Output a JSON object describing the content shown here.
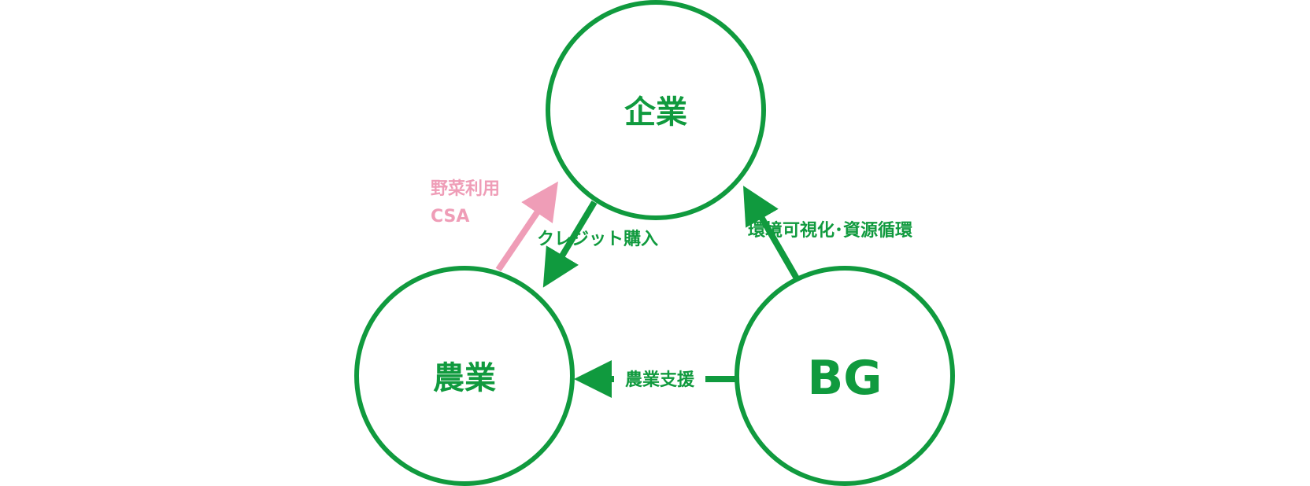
{
  "colors": {
    "primary": "#109A3E",
    "accent": "#EF9DB7",
    "background": "#FFFFFF"
  },
  "nodes": {
    "kigyo": "企業",
    "nogyo": "農業",
    "bg": "BG"
  },
  "edges": {
    "credit": "クレジット購入",
    "env": "環境可視化･資源循環",
    "support": "農業支援",
    "vegetable_line1": "野菜利用",
    "vegetable_line2": "CSA"
  }
}
